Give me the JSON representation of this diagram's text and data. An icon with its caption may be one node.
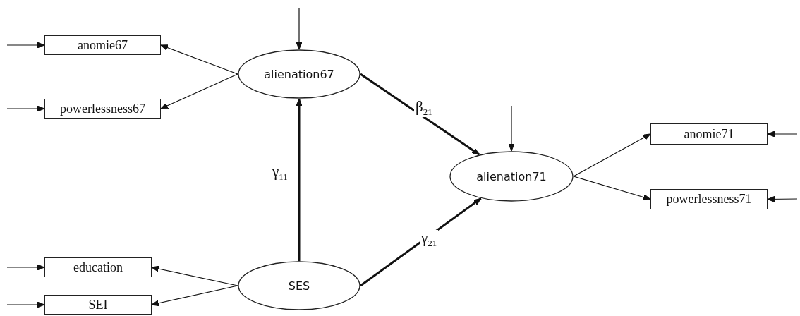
{
  "diagram": {
    "nodes": [
      {
        "text": [
          "anomie67"
        ]
      },
      {
        "text": [
          "powerlessness67"
        ]
      },
      {
        "text": [
          "alienation67"
        ]
      },
      {
        "text": [
          "alienation71"
        ]
      },
      {
        "text": [
          "anomie71"
        ]
      },
      {
        "text": [
          "powerlessness71"
        ]
      },
      {
        "text": [
          "education"
        ]
      },
      {
        "text": [
          "SES"
        ]
      },
      {
        "text": [
          "SEI"
        ]
      }
    ],
    "edges": [
      {
        "from": null,
        "to": 0,
        "arrow": "to"
      },
      {
        "from": 2,
        "to": 0,
        "arrow": "to"
      },
      {
        "from": null,
        "to": 1,
        "arrow": "to"
      },
      {
        "from": 2,
        "to": 1,
        "arrow": "to"
      },
      {
        "from": null,
        "to": 2,
        "arrow": "to"
      },
      {
        "from": 2,
        "to": 3,
        "arrow": "to",
        "label": "β$_{21}$",
        "style": "thick"
      },
      {
        "from": null,
        "to": 3,
        "arrow": "to"
      },
      {
        "from": 3,
        "to": 4,
        "arrow": "to"
      },
      {
        "from": 3,
        "to": 5,
        "arrow": "to"
      },
      {
        "from": null,
        "to": 4,
        "arrow": "to"
      },
      {
        "from": null,
        "to": 5,
        "arrow": "to"
      },
      {
        "from": 7,
        "to": 2,
        "arrow": "to",
        "label": "γ$_{11}$",
        "style": "thick"
      },
      {
        "from": 7,
        "to": 3,
        "arrow": "to",
        "label": "γ$_{21}$",
        "style": "thick"
      },
      {
        "from": 7,
        "to": 6,
        "arrow": "to"
      },
      {
        "from": 7,
        "to": 8,
        "arrow": "to"
      },
      {
        "from": null,
        "to": 6,
        "arrow": "to"
      },
      {
        "from": null,
        "to": 8,
        "arrow": "to"
      }
    ]
  }
}
